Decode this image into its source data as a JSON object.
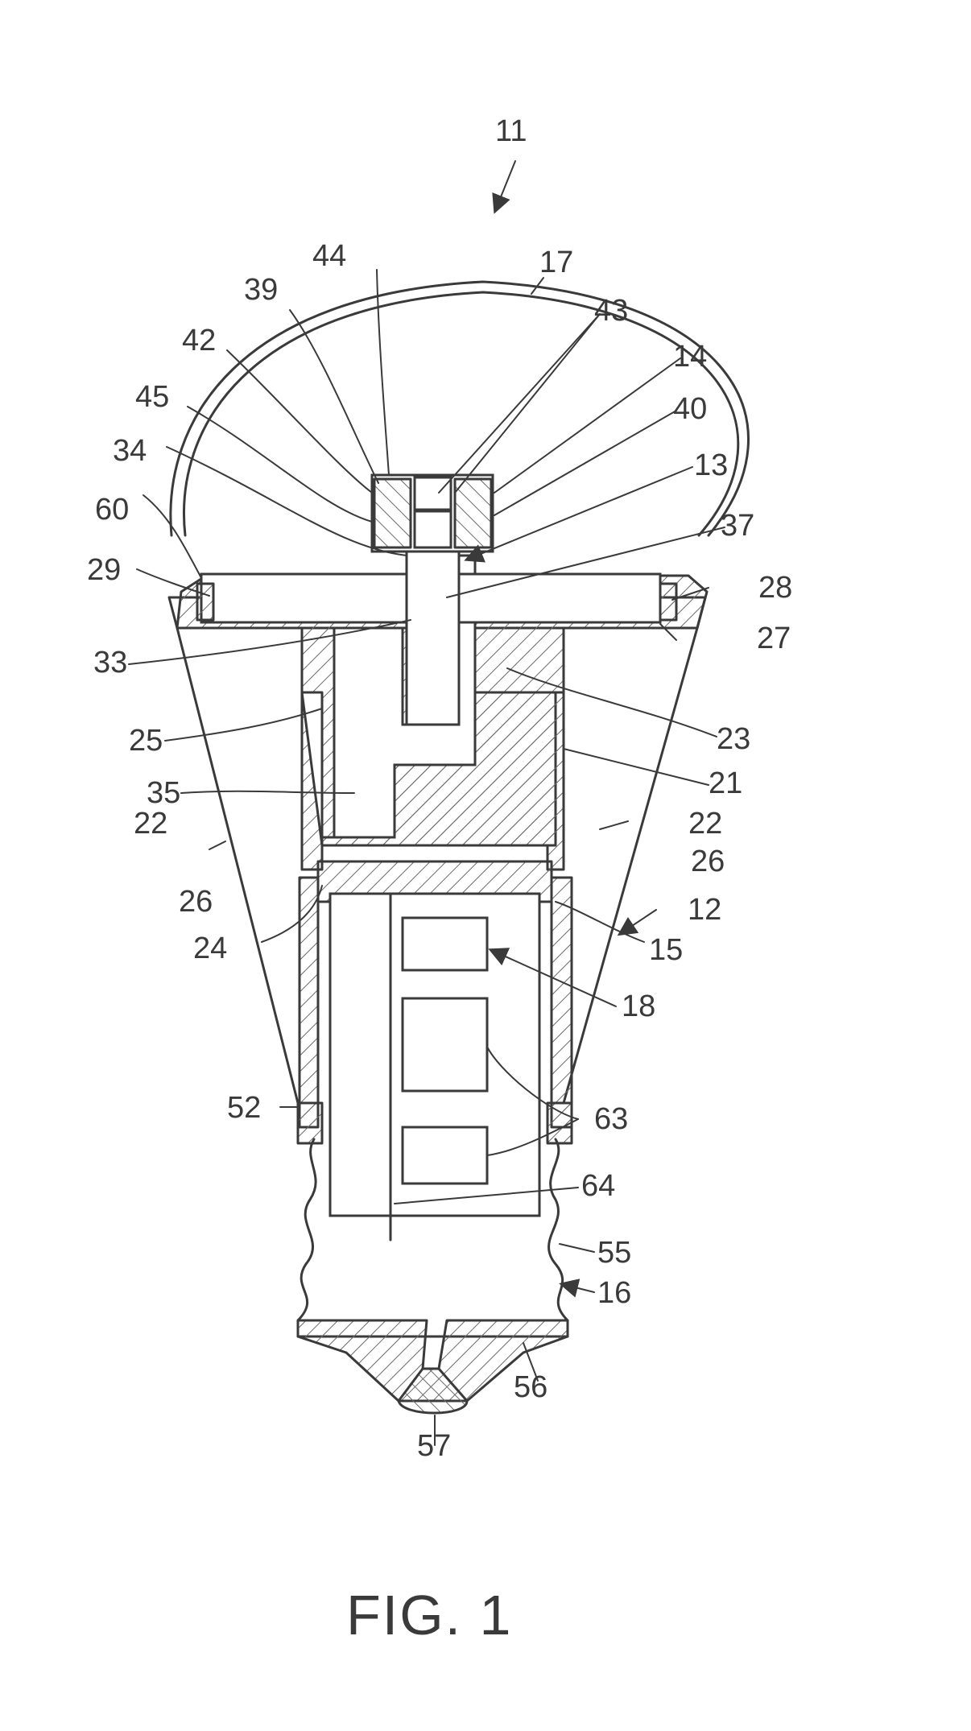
{
  "figure": {
    "caption": "FIG. 1",
    "assembly_label": "11",
    "labels": [
      "17",
      "44",
      "39",
      "43",
      "42",
      "14",
      "45",
      "40",
      "34",
      "13",
      "60",
      "37",
      "29",
      "28",
      "27",
      "33",
      "23",
      "25",
      "21",
      "35",
      "22",
      "22",
      "26",
      "26",
      "12",
      "24",
      "15",
      "18",
      "52",
      "63",
      "64",
      "55",
      "16",
      "56",
      "57"
    ]
  }
}
